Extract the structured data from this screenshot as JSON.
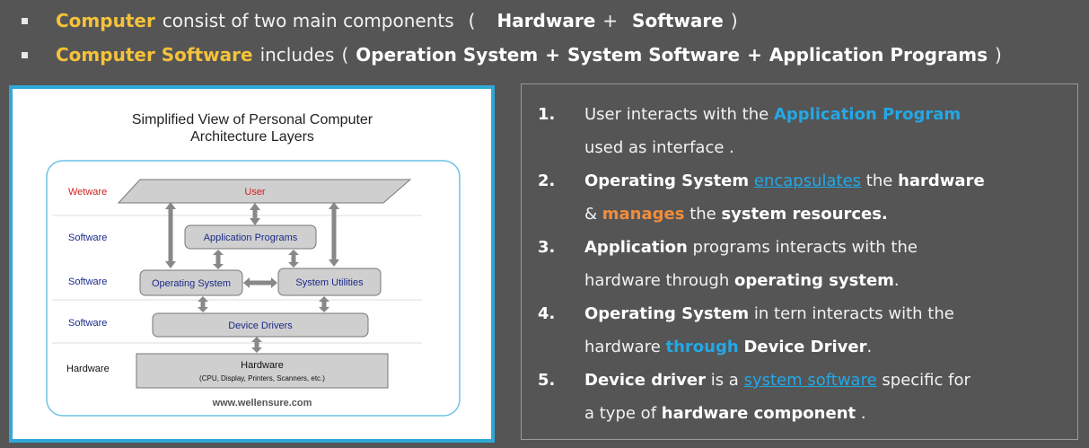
{
  "bullets": [
    {
      "highlight": "Computer",
      "text1": "consist of  two main components",
      "open": "(",
      "part1": "Hardware",
      "plus": "+",
      "part2": "Software",
      "close": ")"
    },
    {
      "highlight": "Computer Software",
      "text1": "includes",
      "open": "(",
      "part1": "Operation System",
      "plus1": "+",
      "part2": "System Software",
      "plus2": "+",
      "part3": "Application Programs",
      "close": ")"
    }
  ],
  "diagram": {
    "title_line1": "Simplified View of Personal Computer",
    "title_line2": "Architecture Layers",
    "layer_wetware": "Wetware",
    "layer_software_1": "Software",
    "layer_software_2": "Software",
    "layer_software_3": "Software",
    "layer_hardware": "Hardware",
    "box_user": "User",
    "box_application": "Application Programs",
    "box_os": "Operating System",
    "box_utilities": "System Utilities",
    "box_drivers": "Device Drivers",
    "box_hardware": "Hardware",
    "box_hardware_sub": "(CPU, Display, Printers, Scanners, etc.)",
    "watermark": "www.wellensure.com",
    "colors": {
      "wetware": "#cc2222",
      "layer_text": "#1a2a8a",
      "box_fill": "#c8c8c8",
      "frame": "#2fa8d8"
    }
  },
  "points": [
    {
      "num": "1.",
      "a": "User  interacts  with the",
      "b": "Application Program",
      "c": "used  as  interface ."
    },
    {
      "num": "2.",
      "a": "Operating System",
      "b": "encapsulates",
      "c": "the",
      "d": "hardware",
      "e": "&",
      "f": "manages",
      "g": "the",
      "h": "system  resources."
    },
    {
      "num": "3.",
      "a": "Application",
      "b": "programs  interacts  with   the",
      "c": "hardware  through",
      "d": "operating  system",
      "e": "."
    },
    {
      "num": "4.",
      "a": "Operating System",
      "b": "in  tern  interacts  with  the",
      "c": "hardware",
      "d": "through",
      "e": "Device Driver",
      "f": "."
    },
    {
      "num": "5.",
      "a": "Device  driver",
      "b": "is  a",
      "c": "system  software",
      "d": "specific  for",
      "e": "a  type  of",
      "f": "hardware  component",
      "g": "."
    }
  ]
}
